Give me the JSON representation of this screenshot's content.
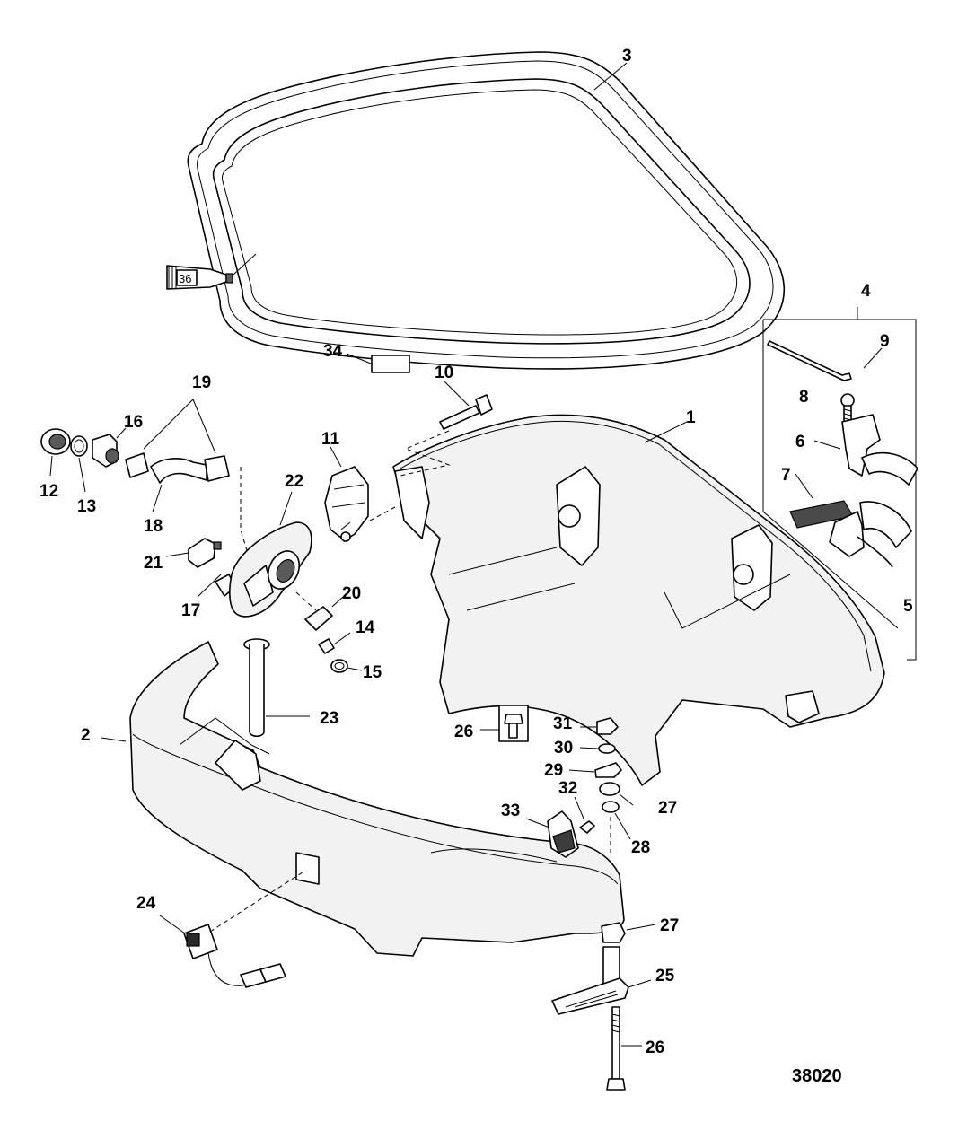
{
  "diagram": {
    "figure_number": "38020",
    "callouts": [
      "1",
      "2",
      "3",
      "4",
      "5",
      "6",
      "7",
      "8",
      "9",
      "10",
      "11",
      "12",
      "13",
      "14",
      "15",
      "16",
      "17",
      "18",
      "19",
      "20",
      "21",
      "22",
      "23",
      "24",
      "25",
      "26",
      "26",
      "27",
      "27",
      "28",
      "29",
      "30",
      "31",
      "32",
      "33",
      "34"
    ],
    "sealant_tube_label": "36"
  }
}
